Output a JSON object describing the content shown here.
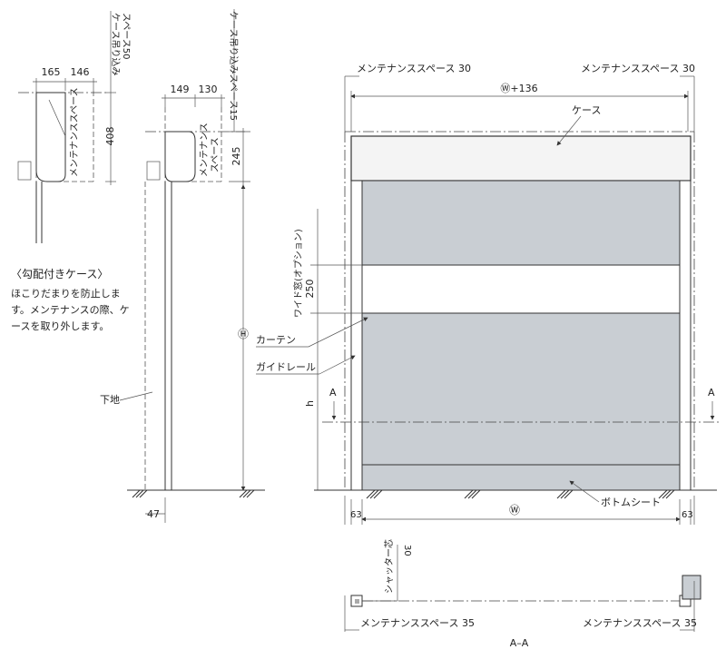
{
  "left_detail": {
    "dim_165": "165",
    "dim_146": "146",
    "dim_408": "408",
    "case_space_label_1": "ケース吊り込み",
    "case_space_label_2": "スペース50",
    "maint_label": "メンテナンススペース"
  },
  "mid_detail": {
    "dim_149": "149",
    "dim_130": "130",
    "dim_245": "245",
    "case_space_label": "ケース吊り込みスペース15",
    "maint_label_1": "メンテナンス",
    "maint_label_2": "スペース",
    "height_symbol": "Ⓗ",
    "floor_label": "下地",
    "dim_47": "47"
  },
  "note": {
    "title": "〈勾配付きケース〉",
    "line1": "ほこりだまりを防止しま",
    "line2": "す。メンテナンスの際、ケ",
    "line3": "ースを取り外します。"
  },
  "front": {
    "maint_left": "メンテナンススペース 30",
    "maint_right": "メンテナンススペース 30",
    "width_total": "Ⓦ+136",
    "case_label": "ケース",
    "wide_window": "ワイド窓(オプション)",
    "dim_250": "250",
    "curtain_label": "カーテン",
    "guide_rail_label": "ガイドレール",
    "h_label": "h",
    "section_a_left": "A",
    "section_a_right": "A",
    "bottom_sheet_label": "ボトムシート",
    "dim_63_left": "63",
    "dim_63_right": "63",
    "width_symbol": "Ⓦ"
  },
  "section": {
    "shutter_core_label": "シャッター芯",
    "dim_30": "30",
    "maint_left": "メンテナンススペース 35",
    "maint_right": "メンテナンススペース 35",
    "title": "A–A"
  }
}
